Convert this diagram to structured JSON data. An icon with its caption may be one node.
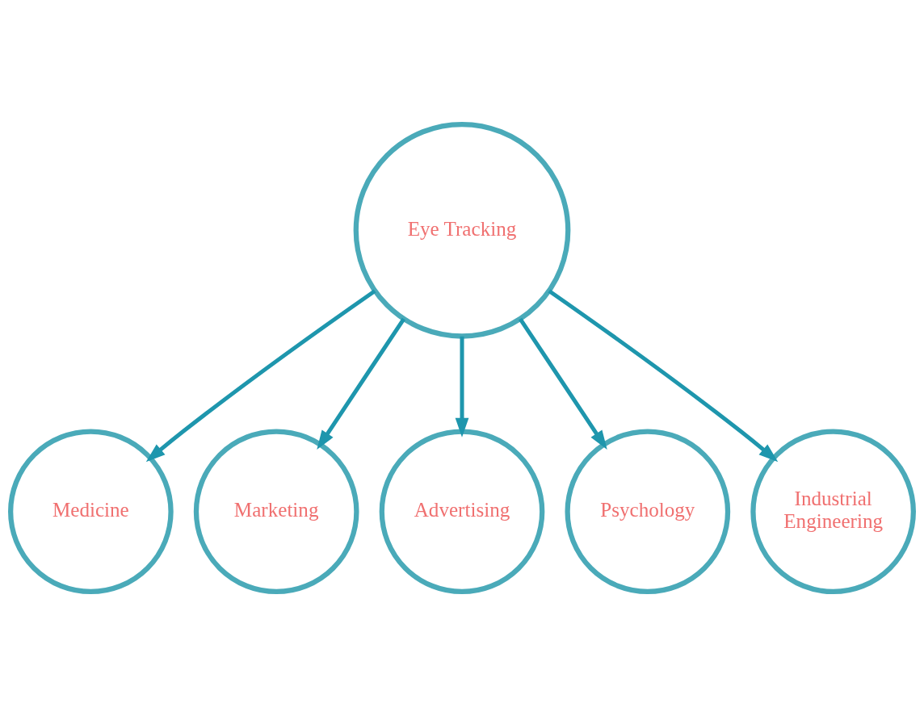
{
  "diagram": {
    "nodes": [
      {
        "text": [
          "Eye Tracking"
        ]
      },
      {
        "text": [
          "Medicine"
        ]
      },
      {
        "text": [
          "Industrial Engineering"
        ]
      },
      {
        "text": [
          "Marketing"
        ]
      },
      {
        "text": [
          "Advertising"
        ]
      },
      {
        "text": [
          "Psychology"
        ]
      }
    ],
    "edges": [
      {
        "from": 0,
        "to": 1,
        "arrow": "to"
      },
      {
        "from": 0,
        "to": 3,
        "arrow": "to"
      },
      {
        "from": 0,
        "to": 4,
        "arrow": "to"
      },
      {
        "from": 0,
        "to": 5,
        "arrow": "to"
      },
      {
        "from": 0,
        "to": 2,
        "arrow": "to"
      }
    ]
  }
}
